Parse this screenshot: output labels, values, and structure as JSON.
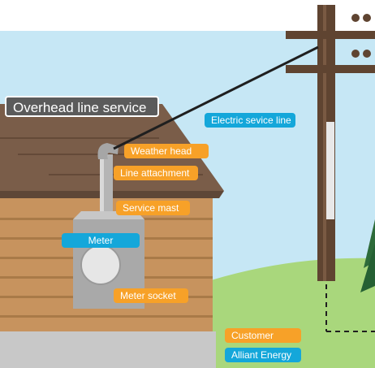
{
  "title": "Overhead line service",
  "labels": {
    "electric_service_line": "Electric sevice line",
    "weather_head": "Weather head",
    "line_attachment": "Line attachment",
    "service_mast": "Service mast",
    "meter": "Meter",
    "meter_socket": "Meter socket"
  },
  "legend": {
    "customer": "Customer",
    "alliant": "Alliant Energy"
  },
  "colors": {
    "customer_orange": "#f7a128",
    "alliant_blue": "#14a7da",
    "sky": "#c6e7f5",
    "grass": "#a9d77c",
    "siding": "#c7935e",
    "roof": "#7a5d49",
    "pole": "#5f4431"
  }
}
